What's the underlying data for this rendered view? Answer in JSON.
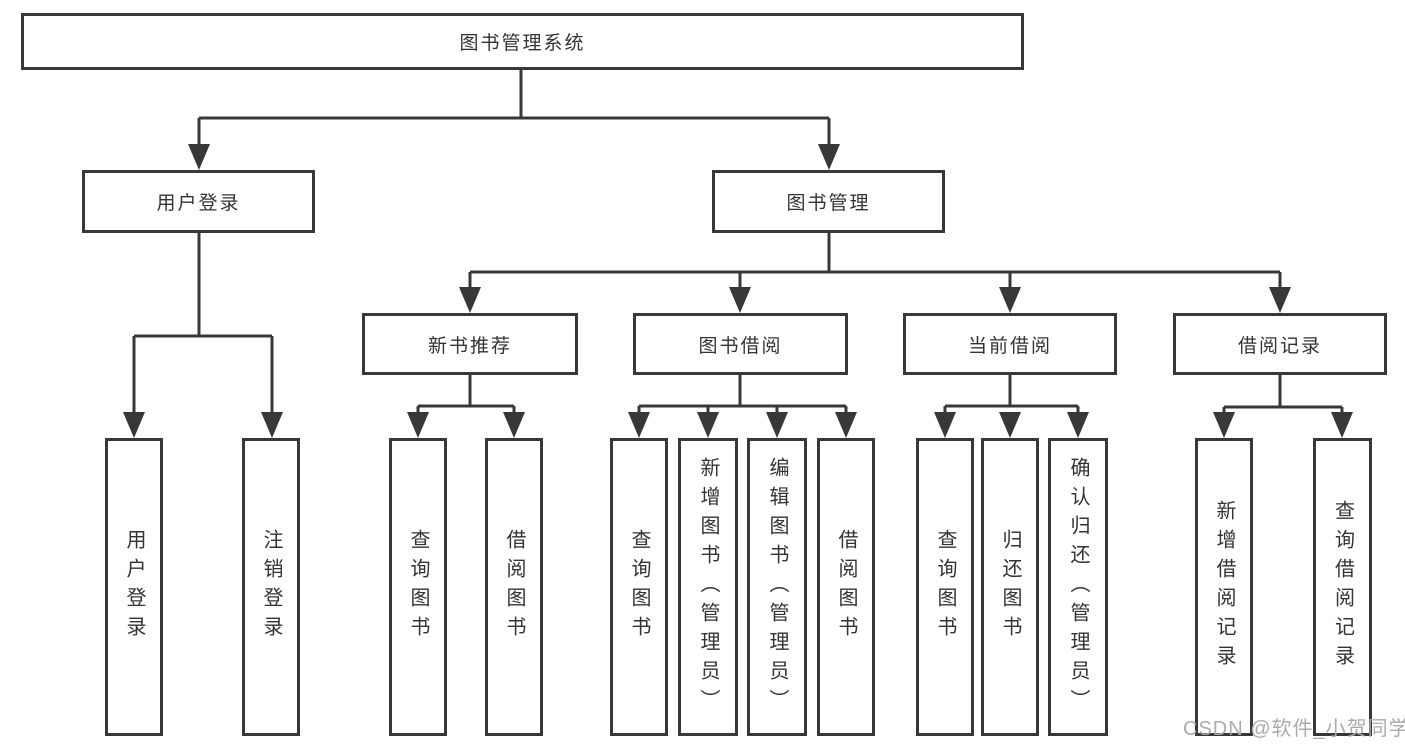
{
  "tree": {
    "label": "图书管理系统",
    "children": [
      {
        "label": "用户登录",
        "children": [
          {
            "label": "用户登录"
          },
          {
            "label": "注销登录"
          }
        ]
      },
      {
        "label": "图书管理",
        "children": [
          {
            "label": "新书推荐",
            "children": [
              {
                "label": "查询图书"
              },
              {
                "label": "借阅图书"
              }
            ]
          },
          {
            "label": "图书借阅",
            "children": [
              {
                "label": "查询图书"
              },
              {
                "label": "新增图书（管理员）"
              },
              {
                "label": "编辑图书（管理员）"
              },
              {
                "label": "借阅图书"
              }
            ]
          },
          {
            "label": "当前借阅",
            "children": [
              {
                "label": "查询图书"
              },
              {
                "label": "归还图书"
              },
              {
                "label": "确认归还（管理员）"
              }
            ]
          },
          {
            "label": "借阅记录",
            "children": [
              {
                "label": "新增借阅记录"
              },
              {
                "label": "查询借阅记录"
              }
            ]
          }
        ]
      }
    ]
  },
  "watermark": "CSDN @软件_小贺同学",
  "colors": {
    "line": "#38383a",
    "box_border": "#38383a",
    "text": "#333333",
    "watermark": "#ababab",
    "background": "#ffffff"
  }
}
